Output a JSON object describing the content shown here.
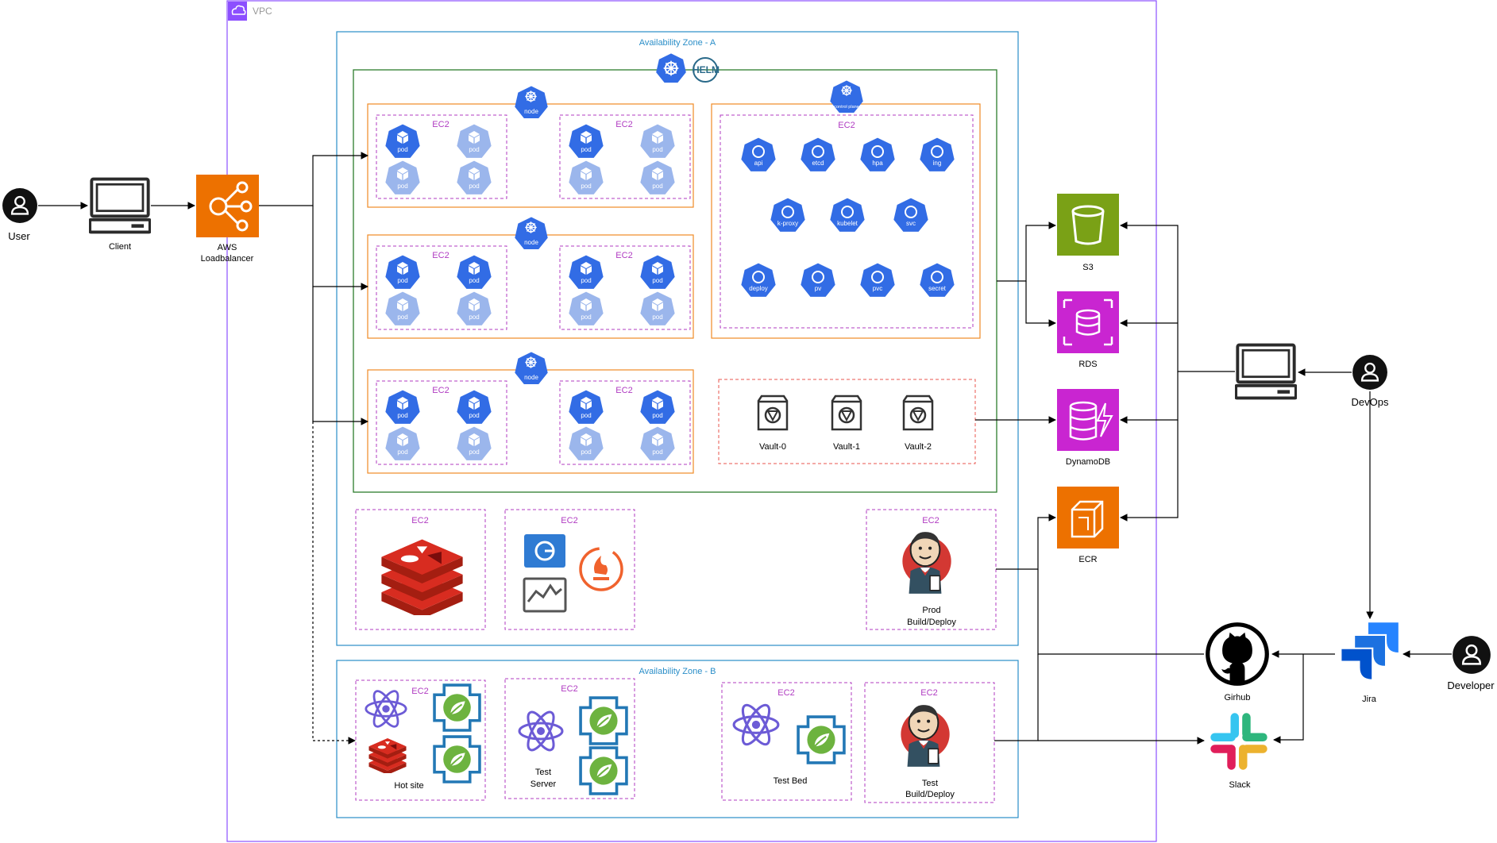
{
  "vpc": {
    "label": "VPC"
  },
  "zones": {
    "a": "Availability Zone - A",
    "b": "Availability Zone - B"
  },
  "helm": "HELM",
  "ec2": "EC2",
  "node": "node",
  "pod": "pod",
  "control_plane": "control plane",
  "k8s_icons": [
    "api",
    "etcd",
    "hpa",
    "ing",
    "k-proxy",
    "kubelet",
    "svc",
    "deploy",
    "pv",
    "pvc",
    "secret"
  ],
  "vaults": [
    "Vault-0",
    "Vault-1",
    "Vault-2"
  ],
  "actors": {
    "user": "User",
    "devops": "DevOps",
    "developer": "Developer"
  },
  "client": "Client",
  "lb": {
    "line1": "AWS",
    "line2": "Loadbalancer"
  },
  "aws": {
    "s3": "S3",
    "rds": "RDS",
    "dynamodb": "DynamoDB",
    "ecr": "ECR"
  },
  "prod": {
    "line1": "Prod",
    "line2": "Build/Deploy"
  },
  "hotsite": "Hot site",
  "testserver": {
    "line1": "Test",
    "line2": "Server"
  },
  "testbed": "Test Bed",
  "testbuild": {
    "line1": "Test",
    "line2": "Build/Deploy"
  },
  "tools": {
    "github": "Girhub",
    "slack": "Slack",
    "jira": "Jira"
  },
  "colors": {
    "k8s_blue": "#326ce5",
    "pod_faded": "#9bb6ec",
    "ec2_border": "#b03bc2",
    "node_border": "#f08a24",
    "zone_border": "#2a8ec8",
    "cluster_border": "#2d7d2d",
    "vpc_border": "#8c4fff",
    "s3": "#7aa116",
    "rds": "#c925d1",
    "ecr": "#ed7100",
    "lb": "#ed7100",
    "redis": "#c6302b",
    "react": "#6c5bd6",
    "spring_frame": "#2378b5",
    "spring": "#6db33f",
    "vault_border": "#e8554e"
  }
}
